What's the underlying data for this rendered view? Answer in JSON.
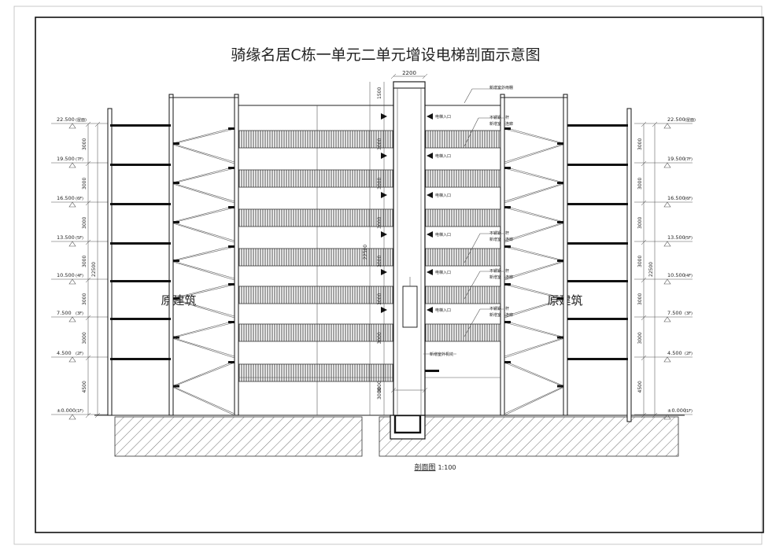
{
  "title": "骑缘名居C栋一单元二单元增设电梯剖面示意图",
  "footer": {
    "label": "剖面图",
    "scale": "1:100"
  },
  "existing_building_label": "原建筑",
  "elevations": [
    {
      "value": "22.500",
      "floor": "(屋面)"
    },
    {
      "value": "19.500",
      "floor": "(7F)"
    },
    {
      "value": "16.500",
      "floor": "(6F)"
    },
    {
      "value": "13.500",
      "floor": "(5F)"
    },
    {
      "value": "10.500",
      "floor": "(4F)"
    },
    {
      "value": "7.500",
      "floor": "(3F)"
    },
    {
      "value": "4.500",
      "floor": "(2F)"
    },
    {
      "value": "±0.000",
      "floor": "(1F)"
    }
  ],
  "floor_heights": [
    "3000",
    "3000",
    "3000",
    "3000",
    "3000",
    "3000",
    "4500"
  ],
  "total_height": "22500",
  "shaft": {
    "width_top": "2200",
    "width_bottom": "2200",
    "overhead": "1500",
    "pit_depth": "3000",
    "side_dims": [
      "3000",
      "3000",
      "3000",
      "3000",
      "3000",
      "3000",
      "3000"
    ],
    "total": "22500"
  },
  "door_label": "电梯入口",
  "callouts": {
    "roof": "新增室外雨棚",
    "rail_a": "不锈钢栏杆",
    "rail_b": "新增室外连廊",
    "pit": "新增室外机坑"
  }
}
